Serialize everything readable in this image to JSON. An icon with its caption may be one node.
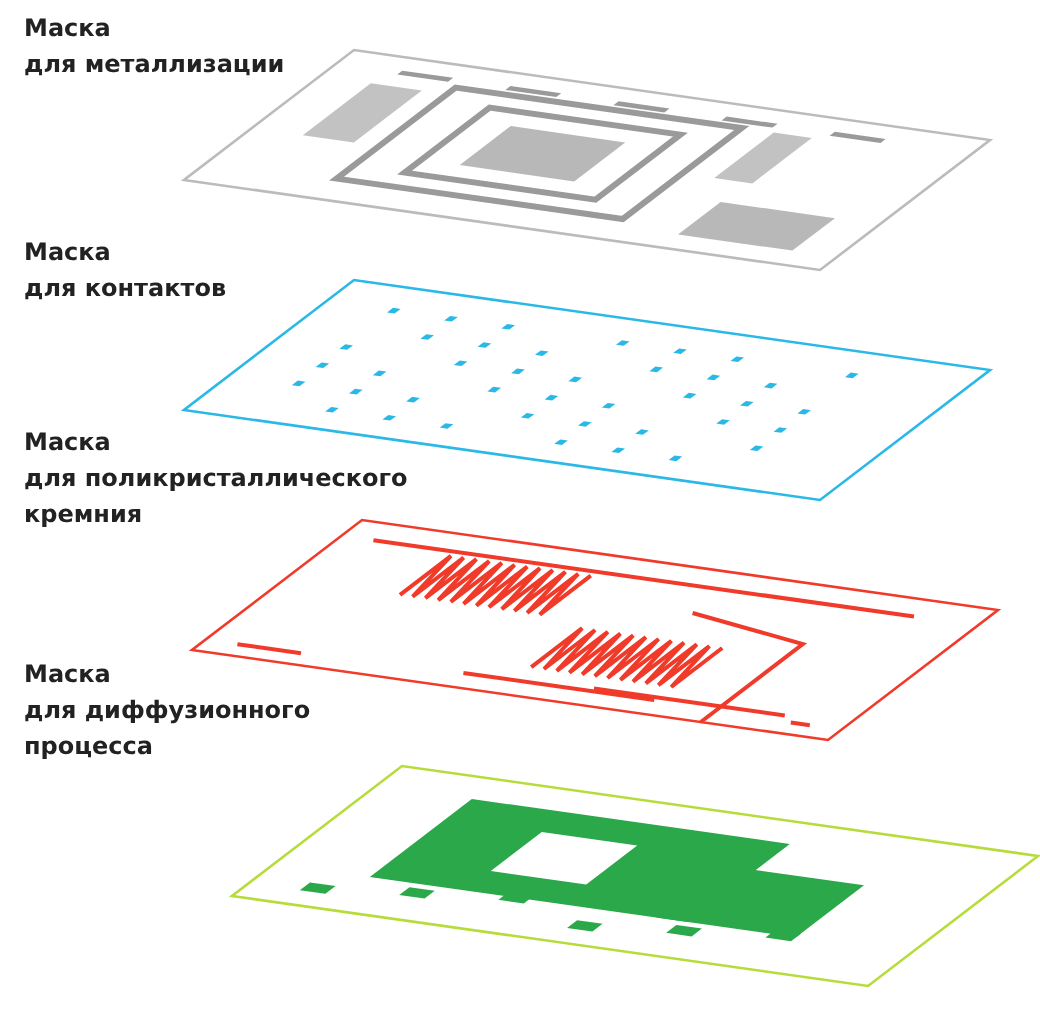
{
  "diagram": {
    "labels": [
      "Маска для металлизации",
      "Маска для контактов",
      "Маска для поликристаллического кремния",
      "Маска для диффузионного процесса"
    ]
  }
}
